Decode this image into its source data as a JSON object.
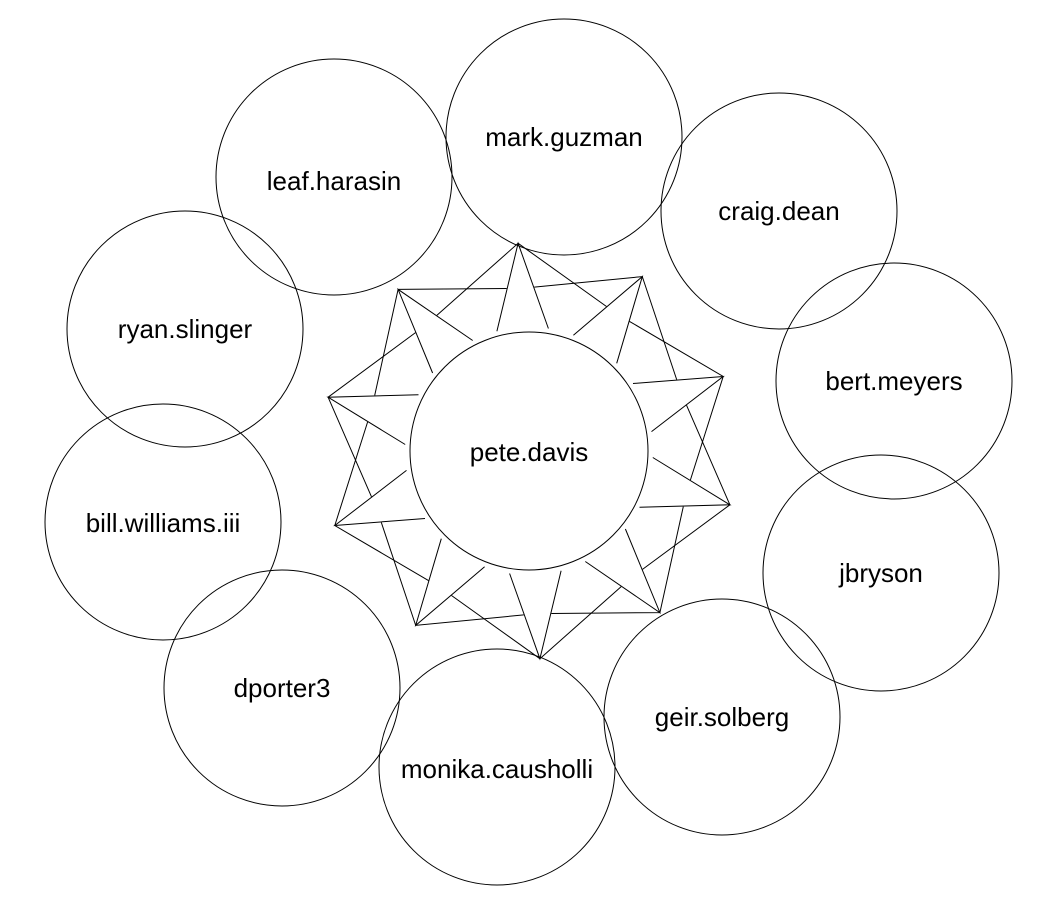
{
  "colors": {
    "background": "#ffffff",
    "stroke": "#000000",
    "text": "#000000"
  },
  "center": {
    "label": "pete.davis"
  },
  "nodes": [
    {
      "label": "mark.guzman"
    },
    {
      "label": "craig.dean"
    },
    {
      "label": "bert.meyers"
    },
    {
      "label": "jbryson"
    },
    {
      "label": "geir.solberg"
    },
    {
      "label": "monika.causholli"
    },
    {
      "label": "dporter3"
    },
    {
      "label": "bill.williams.iii"
    },
    {
      "label": "ryan.slinger"
    },
    {
      "label": "leaf.harasin"
    }
  ]
}
